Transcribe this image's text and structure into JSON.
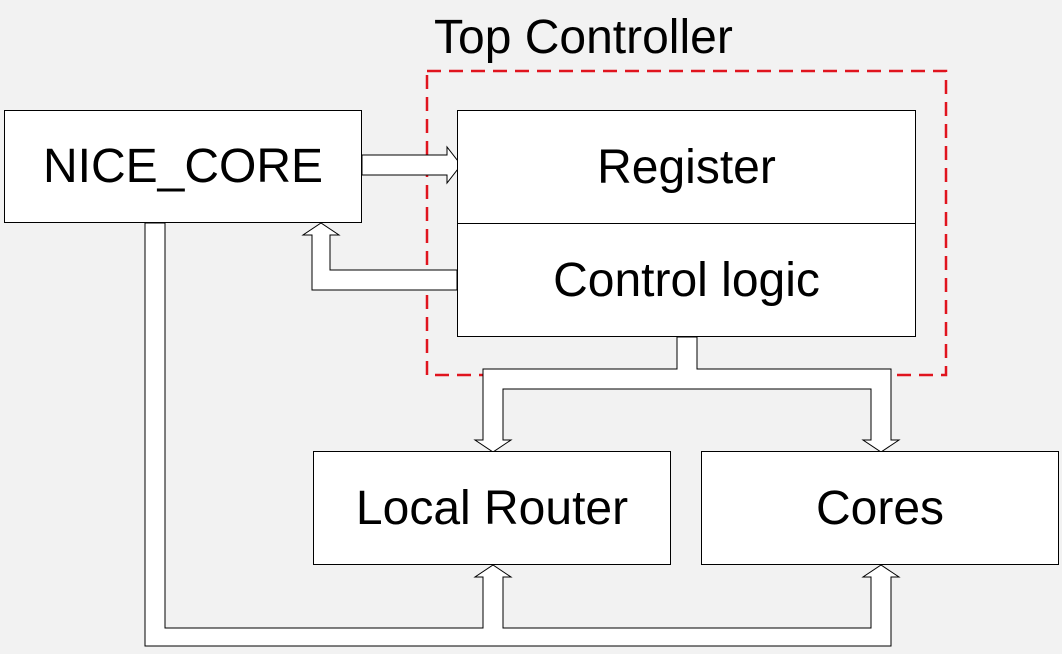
{
  "diagram": {
    "group_label": "Top Controller",
    "blocks": {
      "nice_core": "NICE_CORE",
      "register": "Register",
      "control_logic": "Control logic",
      "local_router": "Local Router",
      "cores": "Cores"
    },
    "colors": {
      "background": "#f2f2f2",
      "block_fill": "#ffffff",
      "stroke": "#000000",
      "group_outline": "#e0141e"
    }
  }
}
